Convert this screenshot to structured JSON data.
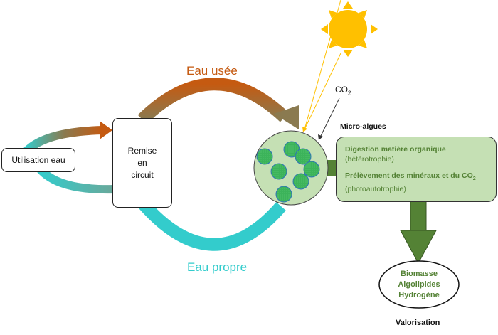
{
  "diagram": {
    "usage_box": "Utilisation eau",
    "recirculation_box": [
      "Remise",
      "en",
      "circuit"
    ],
    "wastewater_label": "Eau usée",
    "clean_water_label": "Eau propre",
    "co2_label": "CO",
    "co2_subscript": "2",
    "microalgae_label": "Micro-algues",
    "processes": [
      {
        "title": "Digestion matière organique",
        "subtitle": "(hétérotrophie)"
      },
      {
        "title": "Prélèvement des minéraux et du CO",
        "title_subscript": "2",
        "subtitle": "(photoautotrophie)"
      }
    ],
    "products": [
      "Biomasse",
      "Algolipides",
      "Hydrogène"
    ],
    "valorisation_label": "Valorisation",
    "colors": {
      "wastewater": "#c55a11",
      "clean_water": "#33cccc",
      "sun": "#ffc000",
      "algae_fill": "#c5e0b4",
      "cell_fill": "#3cb35a",
      "dark_green": "#548235"
    }
  }
}
